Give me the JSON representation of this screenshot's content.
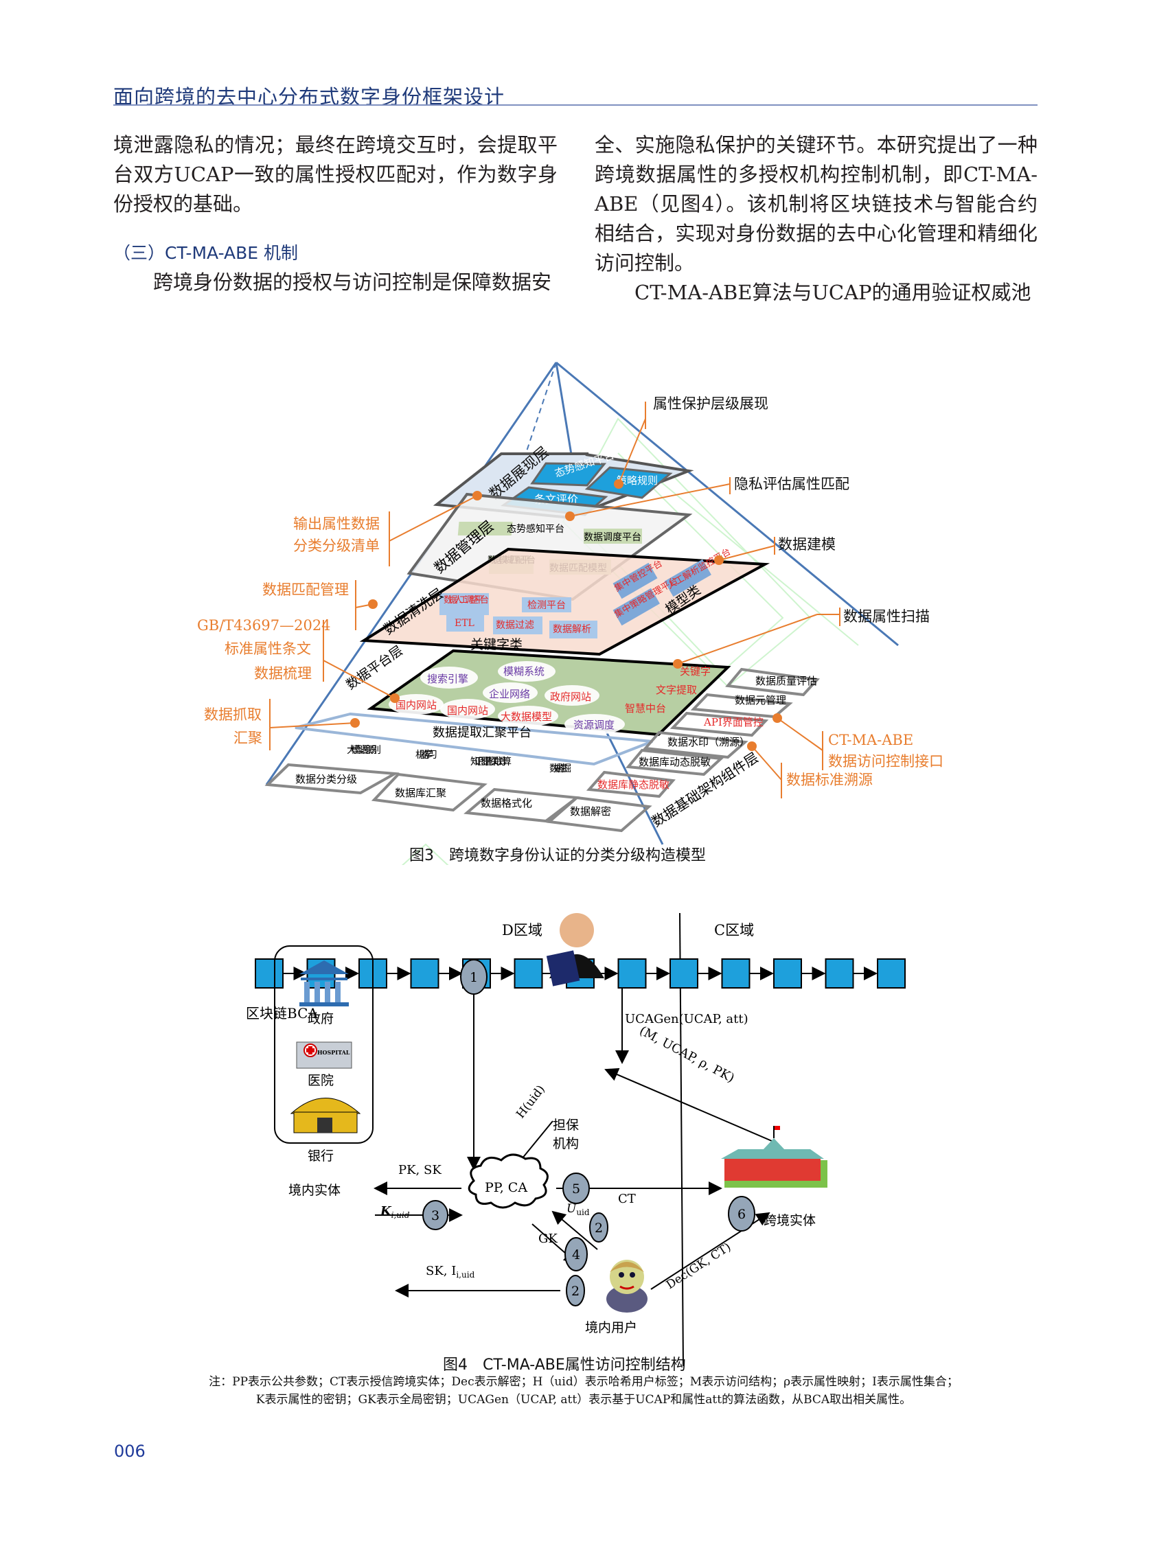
{
  "header": {
    "running_title": "面向跨境的去中心分布式数字身份框架设计"
  },
  "body": {
    "left_col_para1": "境泄露隐私的情况；最终在跨境交互时，会提取平台双方UCAP一致的属性授权匹配对，作为数字身份授权的基础。",
    "section_heading": "（三）CT-MA-ABE 机制",
    "left_col_para2": "跨境身份数据的授权与访问控制是保障数据安",
    "right_col_para1": "全、实施隐私保护的关键环节。本研究提出了一种跨境数据属性的多授权机构控制机制，即CT-MA-ABE（见图4）。该机制将区块链技术与智能合约相结合，实现对身份数据的去中心化管理和精细化访问控制。",
    "right_col_para2": "CT-MA-ABE算法与UCAP的通用验证权威池"
  },
  "figure3": {
    "caption": "图3　跨境数字身份认证的分类分级构造模型",
    "layers": {
      "presentation": {
        "name": "数据展现层",
        "items": [
          "态势感知平台",
          "策略规则",
          "条文评价"
        ]
      },
      "management": {
        "name": "数据管理层",
        "items": [
          "态势感知平台",
          "数据调度平台",
          "数据模糊匹配平台",
          "数据匹配模型"
        ]
      },
      "cleaning": {
        "name": "数据清洗层",
        "keyword_label": "关键字类",
        "model_label": "模型类",
        "items": [
          "数据人工调整平台",
          "检测平台",
          "ETL",
          "数据过滤",
          "数据解析"
        ],
        "model_items": [
          "集中管控平台",
          "人工解析监控平台",
          "集中策略管理平台"
        ]
      },
      "platform": {
        "name": "数据平台层",
        "ovals": [
          "搜索引擎",
          "模糊系统",
          "企业网络",
          "政府网站",
          "国内网站",
          "国内网站",
          "大数据模型",
          "资源调度"
        ],
        "right_items": [
          "关键字",
          "文字提取",
          "智慧中台"
        ]
      },
      "extraction": {
        "name": "数据提取汇聚平台",
        "items": [
          "大模型语意识别",
          "机器学习",
          "知识图谱图关联计算",
          "数据挖掘"
        ]
      },
      "base": {
        "name": "数据基础架构组件层",
        "items": [
          "数据分类分级",
          "数据库汇聚",
          "数据格式化",
          "数据解密",
          "数据库静态脱敏",
          "数据库动态脱敏",
          "数据水印（溯源）",
          "API界面管控",
          "数据元管理",
          "数据质量评估"
        ]
      }
    },
    "callouts_left": [
      "输出属性数据分类分级清单",
      "数据匹配管理",
      "GB/T43697—2024",
      "标准属性条文",
      "数据梳理",
      "数据抓取",
      "汇聚"
    ],
    "callouts_right": [
      "属性保护层级展现",
      "隐私评估属性匹配",
      "数据建模",
      "数据属性扫描",
      "CT-MA-ABE",
      "数据访问控制接口",
      "数据标准溯源"
    ],
    "colors": {
      "pyramid_edge": "#4a78b5",
      "callout": "#e87d2e",
      "tile_blue": "#1ea0dc",
      "management_tile": "#c9dbb3",
      "cleaning_bg": "#f8dccf",
      "cleaning_tile": "#a9c8ea",
      "platform_bg": "#b7cfa3",
      "red_text": "#e52a2a",
      "purple_text": "#6a3aa5"
    }
  },
  "figure4": {
    "caption": "图4　CT-MA-ABE属性访问控制结构",
    "zone_d": "D区域",
    "zone_c": "C区域",
    "blockchain_label": "区块链BCA",
    "block_count": 13,
    "ucagen_label": "UCAGen(UCAP, att)",
    "guarantor_label": "担保机构",
    "h_uid": "H(uid)",
    "cloud_label": "PP, CA",
    "pk_sk": "PK, SK",
    "k_iuid": "K",
    "k_sub": "i,uid",
    "u_uid": "U",
    "u_sub": "uid",
    "gk": "GK",
    "sk_i": "SK, I",
    "sk_sub": "i,uid",
    "ct": "CT",
    "m_ucap": "(M, UCAP, ρ, PK)",
    "dec": "Dec(GK, CT)",
    "domestic_entities": [
      "政府",
      "医院",
      "银行"
    ],
    "domestic_entity_label": "境内实体",
    "domestic_user_label": "境内用户",
    "cross_border_label": "跨境实体",
    "steps": [
      "1",
      "2",
      "2",
      "3",
      "4",
      "5",
      "6"
    ],
    "colors": {
      "block": "#1ea0dc",
      "step_circle": "#95a6b8"
    },
    "note_line1": "注：PP表示公共参数；CT表示授信跨境实体；Dec表示解密；H（uid）表示哈希用户标签；M表示访问结构；ρ表示属性映射；I表示属性集合；",
    "note_line2": "K表示属性的密钥；GK表示全局密钥；UCAGen（UCAP, att）表示基于UCAP和属性att的算法函数，从BCA取出相关属性。"
  },
  "footer": {
    "page_number": "006"
  }
}
